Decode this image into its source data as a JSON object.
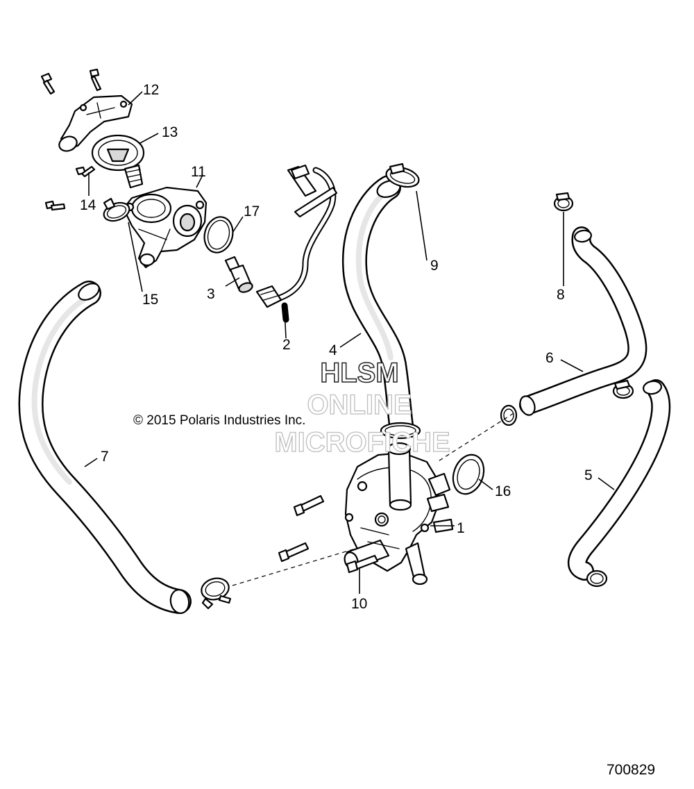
{
  "copyright": "© 2015 Polaris Industries Inc.",
  "figure_number": "700829",
  "watermark": {
    "line1": "HLSM",
    "line2": "ONLINE",
    "line3": "MICROFICHE"
  },
  "callouts": {
    "c1": "1",
    "c2": "2",
    "c3": "3",
    "c4": "4",
    "c5": "5",
    "c6": "6",
    "c7": "7",
    "c8": "8",
    "c9": "9",
    "c10": "10",
    "c11": "11",
    "c12": "12",
    "c13": "13",
    "c14": "14",
    "c15": "15",
    "c16": "16",
    "c17": "17"
  }
}
